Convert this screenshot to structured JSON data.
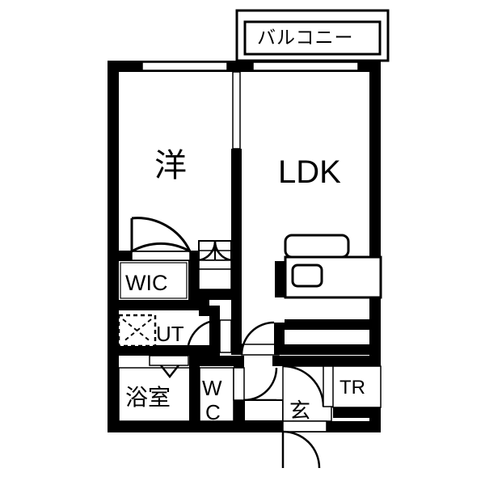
{
  "plan": {
    "title": "間取り図",
    "type": "1LDK apartment floor plan",
    "colors": {
      "wall": "#000000",
      "background": "#ffffff",
      "line": "#000000",
      "text": "#000000"
    },
    "rooms": [
      {
        "id": "balcony",
        "label": "バルコニー",
        "script": "japanese",
        "meaning": "Balcony"
      },
      {
        "id": "western",
        "label": "洋",
        "script": "japanese",
        "meaning": "Western-style room"
      },
      {
        "id": "ldk",
        "label": "LDK",
        "script": "latin",
        "meaning": "Living Dining Kitchen"
      },
      {
        "id": "wic",
        "label": "WIC",
        "script": "latin",
        "meaning": "Walk-in Closet"
      },
      {
        "id": "ut",
        "label": "UT",
        "script": "latin",
        "meaning": "Utility"
      },
      {
        "id": "bath",
        "label": "浴室",
        "script": "japanese",
        "meaning": "Bathroom"
      },
      {
        "id": "wc_top",
        "label": "W",
        "script": "latin",
        "meaning": "Water Closet line 1"
      },
      {
        "id": "wc_bottom",
        "label": "C",
        "script": "latin",
        "meaning": "Water Closet line 2"
      },
      {
        "id": "genkan",
        "label": "玄",
        "script": "japanese",
        "meaning": "Entrance"
      },
      {
        "id": "trunk",
        "label": "TR",
        "script": "latin",
        "meaning": "Trunk room"
      }
    ],
    "fixtures": [
      {
        "id": "kitchen-counter",
        "name": "kitchen-counter"
      },
      {
        "id": "kitchen-sink",
        "name": "kitchen-sink"
      },
      {
        "id": "washer-slot",
        "name": "washing-machine-symbol"
      }
    ],
    "openings": [
      {
        "id": "window-western-north",
        "name": "window"
      },
      {
        "id": "window-ldk-north",
        "name": "window"
      },
      {
        "id": "sliding-door-western-ldk",
        "name": "sliding-door"
      },
      {
        "id": "door-western-to-hall",
        "name": "hinged-door"
      },
      {
        "id": "closet-double-door",
        "name": "double-door"
      },
      {
        "id": "door-ut-hall",
        "name": "hinged-door"
      },
      {
        "id": "door-hall-ldk",
        "name": "hinged-door"
      },
      {
        "id": "door-wc",
        "name": "hinged-door"
      },
      {
        "id": "door-bath",
        "name": "folding-door"
      },
      {
        "id": "door-genkan",
        "name": "entrance-door"
      },
      {
        "id": "door-trunk",
        "name": "trunk-door"
      }
    ]
  }
}
